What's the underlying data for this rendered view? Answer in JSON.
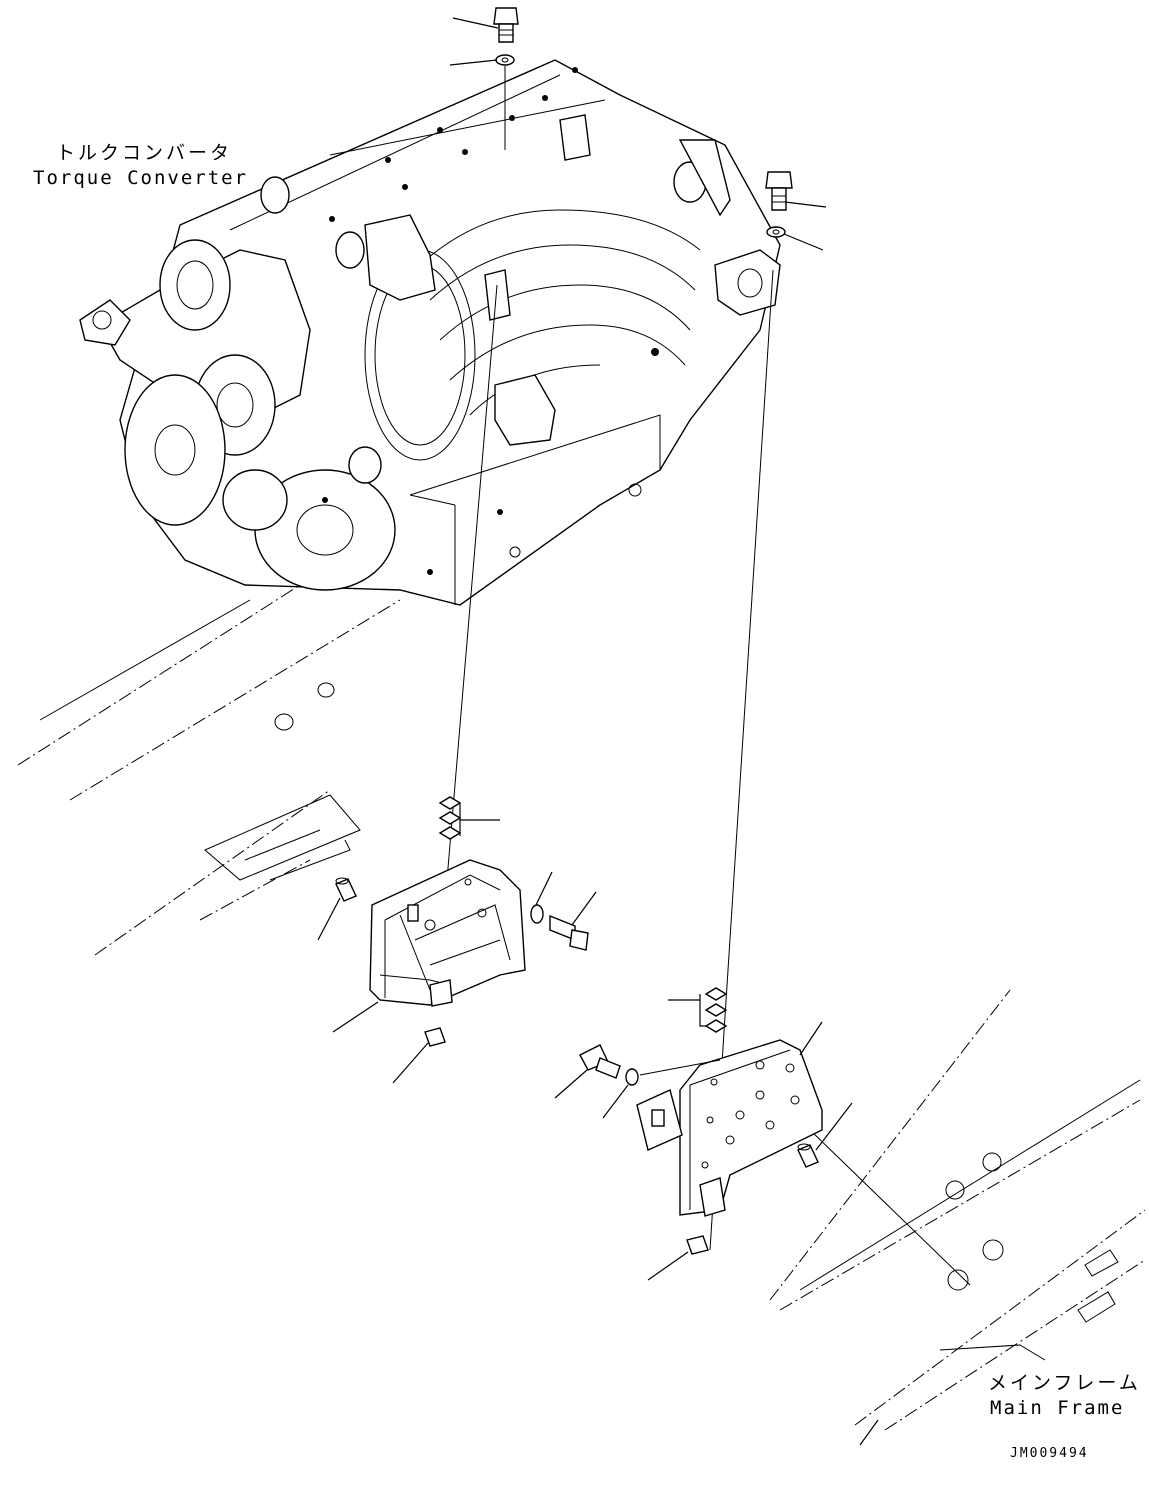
{
  "labels": {
    "torque_converter_jp": "トルクコンバータ",
    "torque_converter_en": "Torque Converter",
    "main_frame_jp": "メインフレーム",
    "main_frame_en": "Main Frame",
    "drawing_code": "JM009494"
  },
  "colors": {
    "line": "#000000",
    "background": "#ffffff"
  }
}
